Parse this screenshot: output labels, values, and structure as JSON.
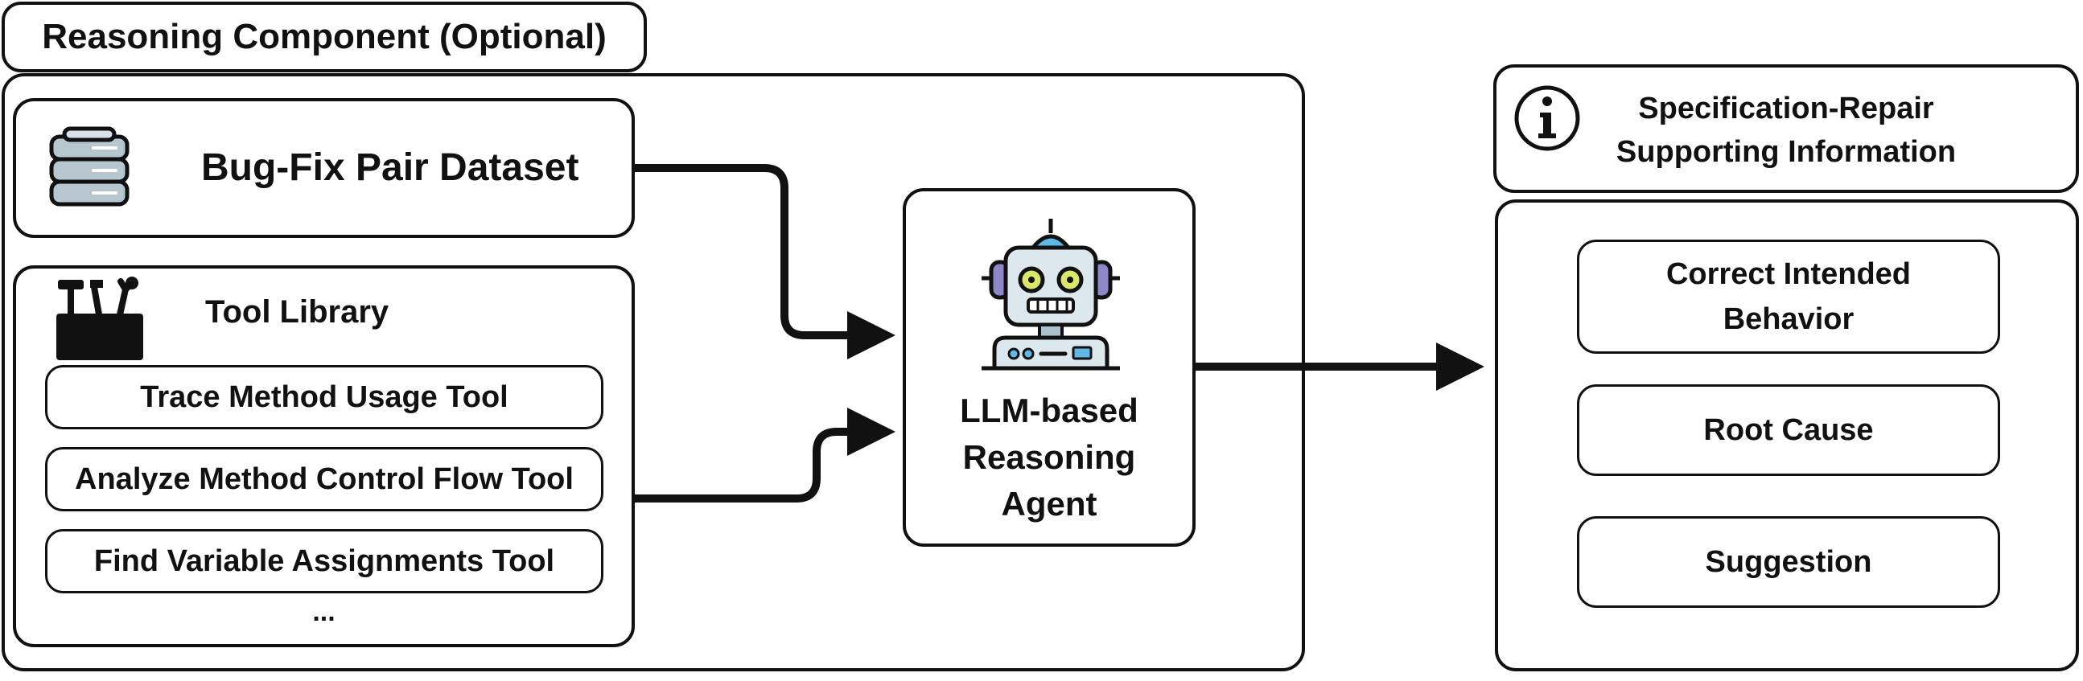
{
  "reasoning_component": {
    "title": "Reasoning Component (Optional)",
    "dataset_label": "Bug-Fix Pair Dataset",
    "tool_library": {
      "title": "Tool Library",
      "tools": [
        "Trace Method Usage Tool",
        "Analyze Method Control Flow Tool",
        "Find Variable Assignments Tool"
      ],
      "more": "..."
    },
    "agent_label": "LLM-based Reasoning Agent"
  },
  "output": {
    "title": "Specification-Repair Supporting Information",
    "items": [
      "Correct Intended Behavior",
      "Root Cause",
      "Suggestion"
    ]
  },
  "icons": {
    "dataset": "database-icon",
    "tool_library": "toolbox-icon",
    "agent": "robot-icon",
    "info": "info-icon"
  }
}
